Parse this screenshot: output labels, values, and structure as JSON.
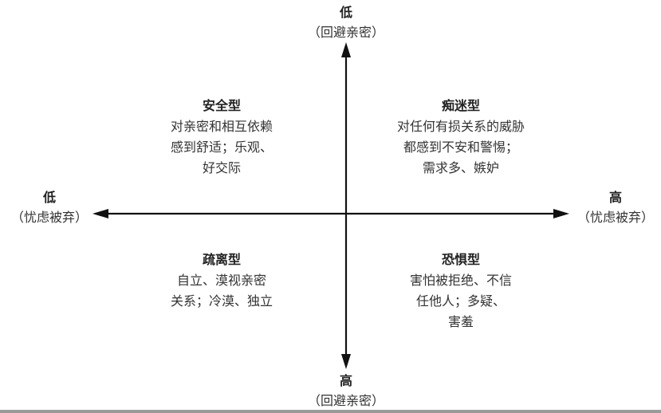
{
  "axes": {
    "top": {
      "level": "低",
      "label": "（回避亲密）"
    },
    "bottom": {
      "level": "高",
      "label": "（回避亲密）"
    },
    "left": {
      "level": "低",
      "label": "（忧虑被弃）"
    },
    "right": {
      "level": "高",
      "label": "（忧虑被弃）"
    }
  },
  "quadrants": {
    "top_left": {
      "title": "安全型",
      "lines": [
        "对亲密和相互依赖",
        "感到舒适；乐观、",
        "好交际"
      ]
    },
    "top_right": {
      "title": "痴迷型",
      "lines": [
        "对任何有损关系的威胁",
        "都感到不安和警惕；",
        "需求多、嫉妒"
      ]
    },
    "bottom_left": {
      "title": "疏离型",
      "lines": [
        "自立、漠视亲密",
        "关系；冷漠、独立"
      ]
    },
    "bottom_right": {
      "title": "恐惧型",
      "lines": [
        "害怕被拒绝、不信",
        "任他人；多疑、",
        "害羞"
      ]
    }
  }
}
